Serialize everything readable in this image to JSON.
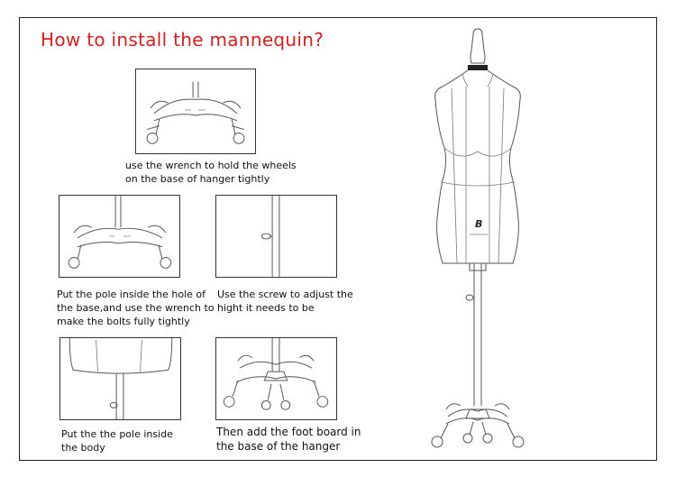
{
  "title": "How to install the mannequin?",
  "steps": [
    {
      "lines": [
        "use the wrench to hold the wheels",
        "on the base of hanger tightly"
      ]
    },
    {
      "lines": [
        "Put the pole inside the hole of",
        "the base,and use the wrench to",
        "make the bolts fully tightly"
      ]
    },
    {
      "lines": [
        "Use the screw to adjust the",
        "hight it needs to be"
      ]
    },
    {
      "lines": [
        "Put the the pole inside",
        "the body"
      ]
    },
    {
      "lines": [
        "Then add the foot board in",
        "the base of the hanger"
      ]
    }
  ],
  "icons": {
    "base": "wheeled-base-icon",
    "pole": "pole-screw-icon",
    "body": "body-pole-icon",
    "footboard": "foot-board-icon",
    "mannequin": "mannequin-figure"
  },
  "colors": {
    "title": "#d32020",
    "line": "#555555",
    "border": "#222222"
  }
}
